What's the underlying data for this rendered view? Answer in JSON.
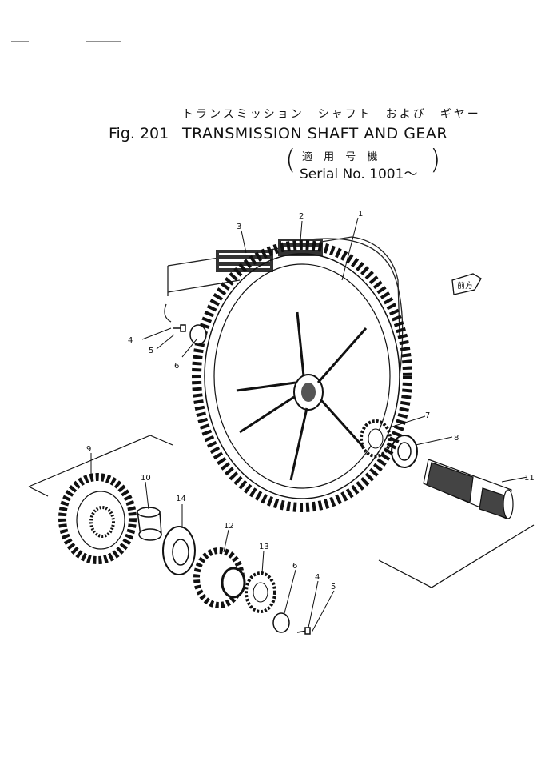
{
  "header": {
    "jp_title": "トランスミッション　シャフト　および　ギヤー",
    "fig_number": "Fig. 201",
    "title": "TRANSMISSION SHAFT AND GEAR",
    "applicability_jp": "適 用 号 機",
    "serial": "Serial No. 1001～"
  },
  "callouts": [
    "1",
    "2",
    "3",
    "4",
    "5",
    "6",
    "7",
    "8",
    "9",
    "10",
    "11",
    "12",
    "13",
    "14",
    "6",
    "4",
    "5"
  ],
  "badge": "前方"
}
